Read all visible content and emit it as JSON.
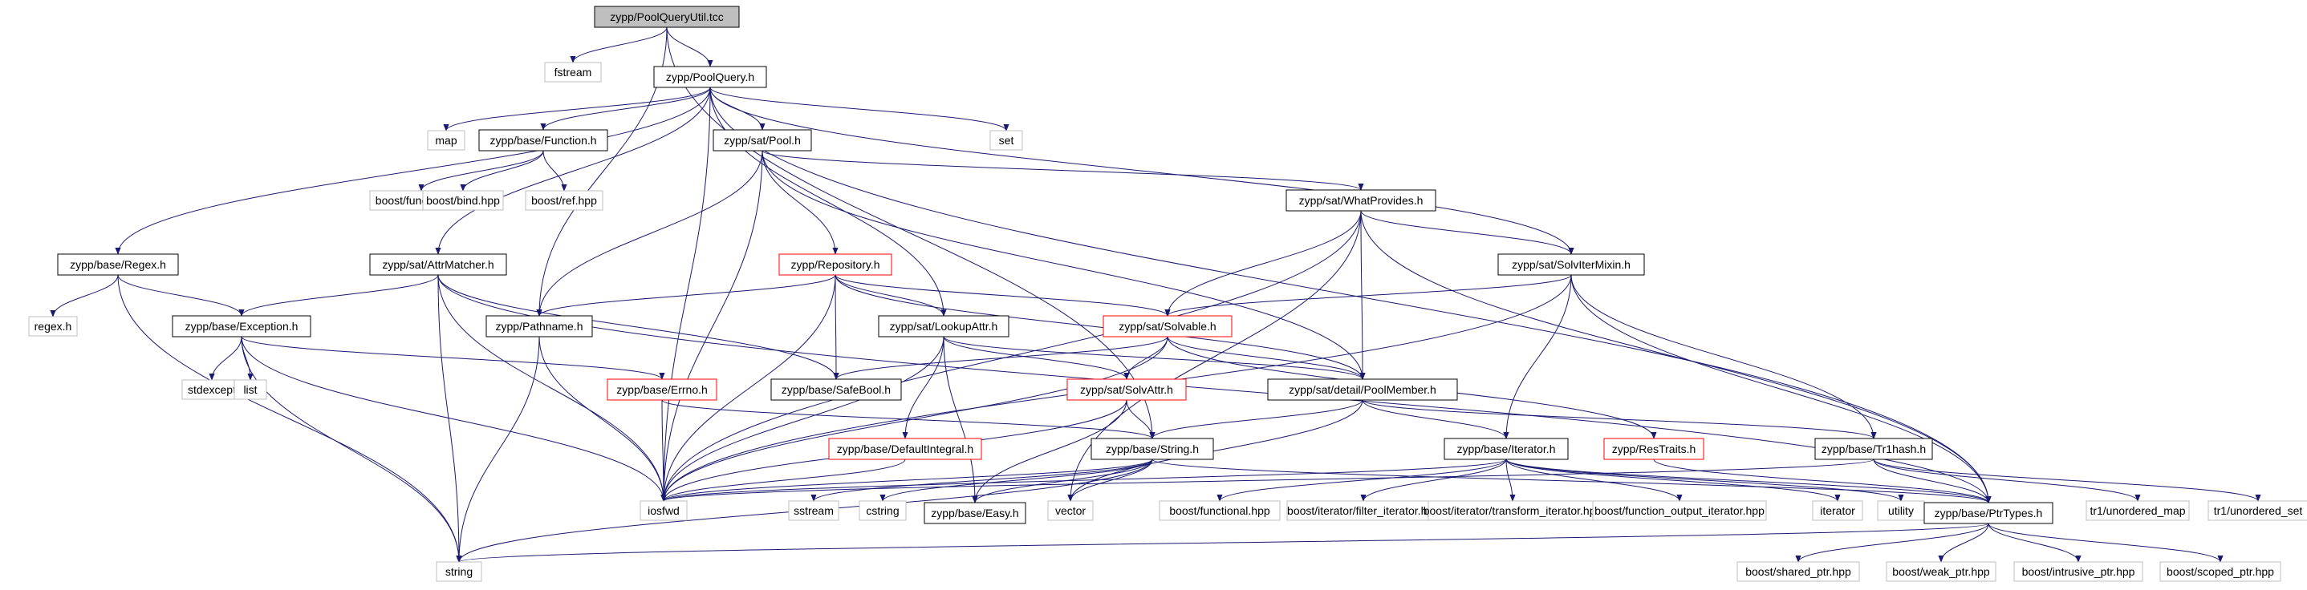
{
  "colors": {
    "edge": "#191970",
    "root_fill": "#bfbfbf",
    "border_normal": "#000000",
    "border_external": "#bfbfbf",
    "border_truncated": "#ff0000",
    "text": "#000000"
  },
  "nodes": [
    {
      "id": "root",
      "label": "zypp/PoolQueryUtil.tcc",
      "kind": "root"
    },
    {
      "id": "fstream",
      "label": "fstream",
      "kind": "external"
    },
    {
      "id": "poolquery",
      "label": "zypp/PoolQuery.h",
      "kind": "normal"
    },
    {
      "id": "map",
      "label": "map",
      "kind": "external"
    },
    {
      "id": "function",
      "label": "zypp/base/Function.h",
      "kind": "normal"
    },
    {
      "id": "satpool",
      "label": "zypp/sat/Pool.h",
      "kind": "normal"
    },
    {
      "id": "set",
      "label": "set",
      "kind": "external"
    },
    {
      "id": "boostfunction",
      "label": "boost/function.hpp",
      "kind": "external"
    },
    {
      "id": "boostbind",
      "label": "boost/bind.hpp",
      "kind": "external"
    },
    {
      "id": "boostref",
      "label": "boost/ref.hpp",
      "kind": "external"
    },
    {
      "id": "whatprovides",
      "label": "zypp/sat/WhatProvides.h",
      "kind": "normal"
    },
    {
      "id": "regex",
      "label": "zypp/base/Regex.h",
      "kind": "normal"
    },
    {
      "id": "attrmatcher",
      "label": "zypp/sat/AttrMatcher.h",
      "kind": "normal"
    },
    {
      "id": "repository",
      "label": "zypp/Repository.h",
      "kind": "truncated"
    },
    {
      "id": "solviter",
      "label": "zypp/sat/SolvIterMixin.h",
      "kind": "normal"
    },
    {
      "id": "regexh",
      "label": "regex.h",
      "kind": "external"
    },
    {
      "id": "exception",
      "label": "zypp/base/Exception.h",
      "kind": "normal"
    },
    {
      "id": "pathname",
      "label": "zypp/Pathname.h",
      "kind": "normal"
    },
    {
      "id": "lookupattr",
      "label": "zypp/sat/LookupAttr.h",
      "kind": "normal"
    },
    {
      "id": "solvable",
      "label": "zypp/sat/Solvable.h",
      "kind": "truncated"
    },
    {
      "id": "stdexcept",
      "label": "stdexcept",
      "kind": "external"
    },
    {
      "id": "list",
      "label": "list",
      "kind": "external"
    },
    {
      "id": "errno",
      "label": "zypp/base/Errno.h",
      "kind": "truncated"
    },
    {
      "id": "safebool",
      "label": "zypp/base/SafeBool.h",
      "kind": "normal"
    },
    {
      "id": "solvattr",
      "label": "zypp/sat/SolvAttr.h",
      "kind": "truncated"
    },
    {
      "id": "poolmember",
      "label": "zypp/sat/detail/PoolMember.h",
      "kind": "normal"
    },
    {
      "id": "defaultintegral",
      "label": "zypp/base/DefaultIntegral.h",
      "kind": "truncated"
    },
    {
      "id": "string",
      "label": "zypp/base/String.h",
      "kind": "normal"
    },
    {
      "id": "iterator",
      "label": "zypp/base/Iterator.h",
      "kind": "normal"
    },
    {
      "id": "restraits",
      "label": "zypp/ResTraits.h",
      "kind": "truncated"
    },
    {
      "id": "tr1hash",
      "label": "zypp/base/Tr1hash.h",
      "kind": "normal"
    },
    {
      "id": "iosfwd",
      "label": "iosfwd",
      "kind": "external"
    },
    {
      "id": "sstream",
      "label": "sstream",
      "kind": "external"
    },
    {
      "id": "cstring",
      "label": "cstring",
      "kind": "external"
    },
    {
      "id": "easy",
      "label": "zypp/base/Easy.h",
      "kind": "normal"
    },
    {
      "id": "vector",
      "label": "vector",
      "kind": "external"
    },
    {
      "id": "boostfunctional",
      "label": "boost/functional.hpp",
      "kind": "external"
    },
    {
      "id": "filteriter",
      "label": "boost/iterator/filter_iterator.hpp",
      "kind": "external"
    },
    {
      "id": "transformiter",
      "label": "boost/iterator/transform_iterator.hpp",
      "kind": "external"
    },
    {
      "id": "funcoutiter",
      "label": "boost/function_output_iterator.hpp",
      "kind": "external"
    },
    {
      "id": "iteratorstd",
      "label": "iterator",
      "kind": "external"
    },
    {
      "id": "utility",
      "label": "utility",
      "kind": "external"
    },
    {
      "id": "ptrtypes",
      "label": "zypp/base/PtrTypes.h",
      "kind": "normal"
    },
    {
      "id": "unorderedmap",
      "label": "tr1/unordered_map",
      "kind": "external"
    },
    {
      "id": "unorderedset",
      "label": "tr1/unordered_set",
      "kind": "external"
    },
    {
      "id": "stdstring",
      "label": "string",
      "kind": "external"
    },
    {
      "id": "sharedptr",
      "label": "boost/shared_ptr.hpp",
      "kind": "external"
    },
    {
      "id": "weakptr",
      "label": "boost/weak_ptr.hpp",
      "kind": "external"
    },
    {
      "id": "intrusiveptr",
      "label": "boost/intrusive_ptr.hpp",
      "kind": "external"
    },
    {
      "id": "scopedptr",
      "label": "boost/scoped_ptr.hpp",
      "kind": "external"
    }
  ],
  "edges": [
    [
      "root",
      "fstream"
    ],
    [
      "root",
      "poolquery"
    ],
    [
      "root",
      "pathname"
    ],
    [
      "root",
      "string"
    ],
    [
      "poolquery",
      "map"
    ],
    [
      "poolquery",
      "function"
    ],
    [
      "poolquery",
      "satpool"
    ],
    [
      "poolquery",
      "set"
    ],
    [
      "poolquery",
      "regex"
    ],
    [
      "poolquery",
      "attrmatcher"
    ],
    [
      "poolquery",
      "lookupattr"
    ],
    [
      "poolquery",
      "solviter"
    ],
    [
      "poolquery",
      "ptrtypes"
    ],
    [
      "poolquery",
      "iosfwd"
    ],
    [
      "function",
      "boostfunction"
    ],
    [
      "function",
      "boostbind"
    ],
    [
      "function",
      "boostref"
    ],
    [
      "satpool",
      "whatprovides"
    ],
    [
      "satpool",
      "repository"
    ],
    [
      "satpool",
      "pathname"
    ],
    [
      "satpool",
      "poolmember"
    ],
    [
      "satpool",
      "iosfwd"
    ],
    [
      "whatprovides",
      "solviter"
    ],
    [
      "whatprovides",
      "poolmember"
    ],
    [
      "whatprovides",
      "solvable"
    ],
    [
      "whatprovides",
      "ptrtypes"
    ],
    [
      "whatprovides",
      "vector"
    ],
    [
      "whatprovides",
      "iosfwd"
    ],
    [
      "regex",
      "regexh"
    ],
    [
      "regex",
      "exception"
    ],
    [
      "regex",
      "stdstring"
    ],
    [
      "attrmatcher",
      "exception"
    ],
    [
      "attrmatcher",
      "safebool"
    ],
    [
      "attrmatcher",
      "ptrtypes"
    ],
    [
      "attrmatcher",
      "iosfwd"
    ],
    [
      "attrmatcher",
      "stdstring"
    ],
    [
      "repository",
      "pathname"
    ],
    [
      "repository",
      "lookupattr"
    ],
    [
      "repository",
      "safebool"
    ],
    [
      "repository",
      "solvable"
    ],
    [
      "repository",
      "poolmember"
    ],
    [
      "repository",
      "iosfwd"
    ],
    [
      "solviter",
      "solvable"
    ],
    [
      "solviter",
      "iterator"
    ],
    [
      "solviter",
      "tr1hash"
    ],
    [
      "solviter",
      "ptrtypes"
    ],
    [
      "solviter",
      "iosfwd"
    ],
    [
      "exception",
      "stdexcept"
    ],
    [
      "exception",
      "list"
    ],
    [
      "exception",
      "errno"
    ],
    [
      "exception",
      "iosfwd"
    ],
    [
      "exception",
      "stdstring"
    ],
    [
      "pathname",
      "iosfwd"
    ],
    [
      "pathname",
      "stdstring"
    ],
    [
      "lookupattr",
      "solvattr"
    ],
    [
      "lookupattr",
      "poolmember"
    ],
    [
      "lookupattr",
      "defaultintegral"
    ],
    [
      "lookupattr",
      "easy"
    ],
    [
      "lookupattr",
      "iosfwd"
    ],
    [
      "solvable",
      "safebool"
    ],
    [
      "solvable",
      "solvattr"
    ],
    [
      "solvable",
      "poolmember"
    ],
    [
      "solvable",
      "restraits"
    ],
    [
      "solvable",
      "iosfwd"
    ],
    [
      "errno",
      "string"
    ],
    [
      "errno",
      "iosfwd"
    ],
    [
      "solvattr",
      "string"
    ],
    [
      "solvattr",
      "easy"
    ],
    [
      "solvattr",
      "iosfwd"
    ],
    [
      "poolmember",
      "string"
    ],
    [
      "poolmember",
      "iterator"
    ],
    [
      "poolmember",
      "tr1hash"
    ],
    [
      "poolmember",
      "vector"
    ],
    [
      "defaultintegral",
      "iosfwd"
    ],
    [
      "string",
      "iosfwd"
    ],
    [
      "string",
      "vector"
    ],
    [
      "string",
      "sstream"
    ],
    [
      "string",
      "cstring"
    ],
    [
      "string",
      "easy"
    ],
    [
      "string",
      "ptrtypes"
    ],
    [
      "string",
      "stdstring"
    ],
    [
      "iterator",
      "boostfunctional"
    ],
    [
      "iterator",
      "filteriter"
    ],
    [
      "iterator",
      "transformiter"
    ],
    [
      "iterator",
      "funcoutiter"
    ],
    [
      "iterator",
      "iteratorstd"
    ],
    [
      "iterator",
      "utility"
    ],
    [
      "iterator",
      "ptrtypes"
    ],
    [
      "iterator",
      "iosfwd"
    ],
    [
      "restraits",
      "ptrtypes"
    ],
    [
      "tr1hash",
      "unorderedmap"
    ],
    [
      "tr1hash",
      "unorderedset"
    ],
    [
      "tr1hash",
      "ptrtypes"
    ],
    [
      "tr1hash",
      "iosfwd"
    ],
    [
      "ptrtypes",
      "stdstring"
    ],
    [
      "ptrtypes",
      "sharedptr"
    ],
    [
      "ptrtypes",
      "weakptr"
    ],
    [
      "ptrtypes",
      "intrusiveptr"
    ],
    [
      "ptrtypes",
      "scopedptr"
    ]
  ]
}
